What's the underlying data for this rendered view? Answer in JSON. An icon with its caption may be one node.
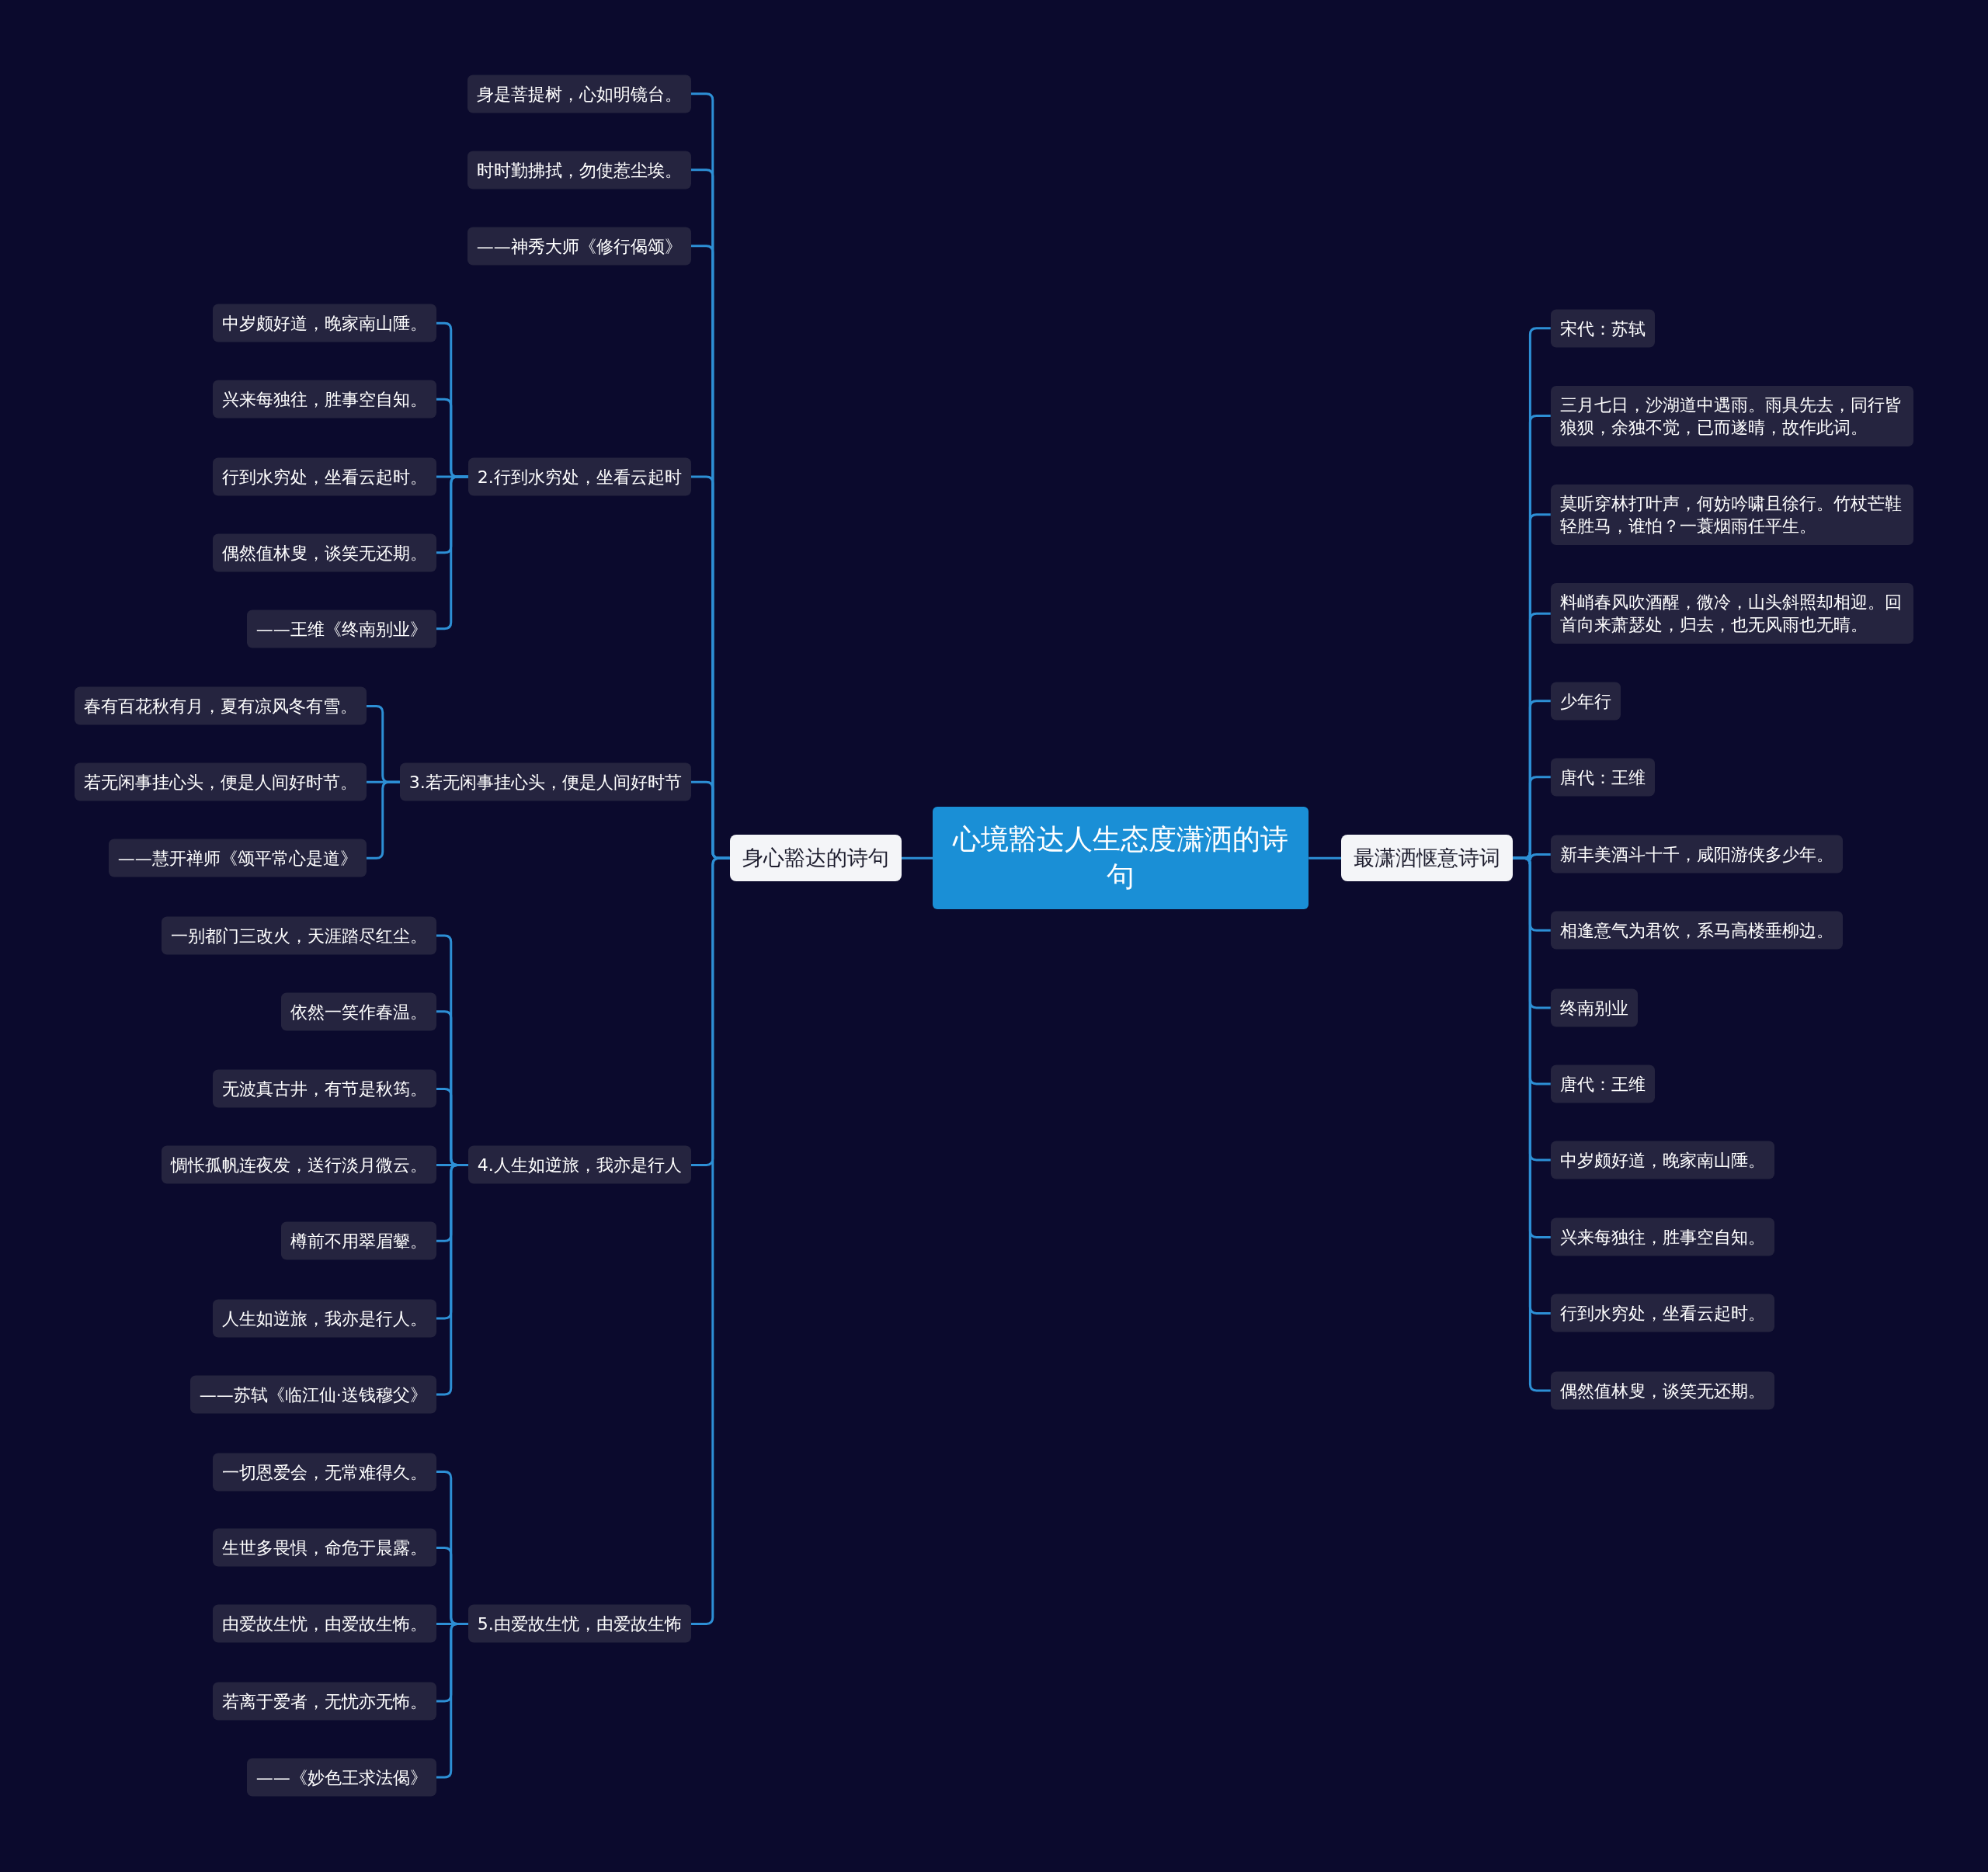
{
  "diagram": {
    "nodes": [
      {
        "text": [
          "心境豁达人生态度潇洒的诗句"
        ]
      },
      {
        "text": [
          "身心豁达的诗句"
        ]
      },
      {
        "text": [
          "身是菩提树，心如明镜台。"
        ]
      },
      {
        "text": [
          "时时勤拂拭，勿使惹尘埃。"
        ]
      },
      {
        "text": [
          "——神秀大师《修行偈颂》"
        ]
      },
      {
        "text": [
          "2.行到水穷处，坐看云起时"
        ]
      },
      {
        "text": [
          "中岁颇好道，晚家南山陲。"
        ]
      },
      {
        "text": [
          "兴来每独往，胜事空自知。"
        ]
      },
      {
        "text": [
          "行到水穷处，坐看云起时。"
        ]
      },
      {
        "text": [
          "偶然值林叟，谈笑无还期。"
        ]
      },
      {
        "text": [
          "——王维《终南别业》"
        ]
      },
      {
        "text": [
          "3.若无闲事挂心头，便是人间好时节"
        ]
      },
      {
        "text": [
          "春有百花秋有月，夏有凉风冬有雪。"
        ]
      },
      {
        "text": [
          "若无闲事挂心头，便是人间好时节。"
        ]
      },
      {
        "text": [
          "——慧开禅师《颂平常心是道》"
        ]
      },
      {
        "text": [
          "4.人生如逆旅，我亦是行人"
        ]
      },
      {
        "text": [
          "一别都门三改火，天涯踏尽红尘。"
        ]
      },
      {
        "text": [
          "依然一笑作春温。"
        ]
      },
      {
        "text": [
          "无波真古井，有节是秋筠。"
        ]
      },
      {
        "text": [
          "惆怅孤帆连夜发，送行淡月微云。"
        ]
      },
      {
        "text": [
          "樽前不用翠眉颦。"
        ]
      },
      {
        "text": [
          "人生如逆旅，我亦是行人。"
        ]
      },
      {
        "text": [
          "——苏轼《临江仙·送钱穆父》"
        ]
      },
      {
        "text": [
          "5.由爱故生忧，由爱故生怖"
        ]
      },
      {
        "text": [
          "一切恩爱会，无常难得久。"
        ]
      },
      {
        "text": [
          "生世多畏惧，命危于晨露。"
        ]
      },
      {
        "text": [
          "由爱故生忧，由爱故生怖。"
        ]
      },
      {
        "text": [
          "若离于爱者，无忧亦无怖。"
        ]
      },
      {
        "text": [
          "——《妙色王求法偈》"
        ]
      },
      {
        "text": [
          "最潇洒惬意诗词"
        ]
      },
      {
        "text": [
          "宋代：苏轼"
        ]
      },
      {
        "text": [
          "三月七日，沙湖道中遇雨。雨具先去，同行皆狼狈，余独不觉，已而遂晴，故作此词。"
        ]
      },
      {
        "text": [
          "莫听穿林打叶声，何妨吟啸且徐行。竹杖芒鞋轻胜马，谁怕？一蓑烟雨任平生。"
        ]
      },
      {
        "text": [
          "料峭春风吹酒醒，微冷，山头斜照却相迎。回首向来萧瑟处，归去，也无风雨也无晴。"
        ]
      },
      {
        "text": [
          "少年行"
        ]
      },
      {
        "text": [
          "唐代：王维"
        ]
      },
      {
        "text": [
          "新丰美酒斗十千，咸阳游侠多少年。"
        ]
      },
      {
        "text": [
          "相逢意气为君饮，系马高楼垂柳边。"
        ]
      },
      {
        "text": [
          "终南别业"
        ]
      },
      {
        "text": [
          "唐代：王维"
        ]
      },
      {
        "text": [
          "中岁颇好道，晚家南山陲。"
        ]
      },
      {
        "text": [
          "兴来每独往，胜事空自知。"
        ]
      },
      {
        "text": [
          "行到水穷处，坐看云起时。"
        ]
      },
      {
        "text": [
          "偶然值林叟，谈笑无还期。"
        ]
      }
    ],
    "edges": [
      {
        "from": 0,
        "to": 1,
        "arrow": "none"
      },
      {
        "from": 1,
        "to": 2,
        "arrow": "none"
      },
      {
        "from": 1,
        "to": 3,
        "arrow": "none"
      },
      {
        "from": 1,
        "to": 4,
        "arrow": "none"
      },
      {
        "from": 1,
        "to": 5,
        "arrow": "none"
      },
      {
        "from": 5,
        "to": 6,
        "arrow": "none"
      },
      {
        "from": 5,
        "to": 7,
        "arrow": "none"
      },
      {
        "from": 5,
        "to": 8,
        "arrow": "none"
      },
      {
        "from": 5,
        "to": 9,
        "arrow": "none"
      },
      {
        "from": 5,
        "to": 10,
        "arrow": "none"
      },
      {
        "from": 1,
        "to": 11,
        "arrow": "none"
      },
      {
        "from": 11,
        "to": 12,
        "arrow": "none"
      },
      {
        "from": 11,
        "to": 13,
        "arrow": "none"
      },
      {
        "from": 11,
        "to": 14,
        "arrow": "none"
      },
      {
        "from": 1,
        "to": 15,
        "arrow": "none"
      },
      {
        "from": 15,
        "to": 16,
        "arrow": "none"
      },
      {
        "from": 15,
        "to": 17,
        "arrow": "none"
      },
      {
        "from": 15,
        "to": 18,
        "arrow": "none"
      },
      {
        "from": 15,
        "to": 19,
        "arrow": "none"
      },
      {
        "from": 15,
        "to": 20,
        "arrow": "none"
      },
      {
        "from": 15,
        "to": 21,
        "arrow": "none"
      },
      {
        "from": 15,
        "to": 22,
        "arrow": "none"
      },
      {
        "from": 1,
        "to": 23,
        "arrow": "none"
      },
      {
        "from": 23,
        "to": 24,
        "arrow": "none"
      },
      {
        "from": 23,
        "to": 25,
        "arrow": "none"
      },
      {
        "from": 23,
        "to": 26,
        "arrow": "none"
      },
      {
        "from": 23,
        "to": 27,
        "arrow": "none"
      },
      {
        "from": 23,
        "to": 28,
        "arrow": "none"
      },
      {
        "from": 0,
        "to": 29,
        "arrow": "none"
      },
      {
        "from": 29,
        "to": 30,
        "arrow": "none"
      },
      {
        "from": 29,
        "to": 31,
        "arrow": "none"
      },
      {
        "from": 29,
        "to": 32,
        "arrow": "none"
      },
      {
        "from": 29,
        "to": 33,
        "arrow": "none"
      },
      {
        "from": 29,
        "to": 34,
        "arrow": "none"
      },
      {
        "from": 29,
        "to": 35,
        "arrow": "none"
      },
      {
        "from": 29,
        "to": 36,
        "arrow": "none"
      },
      {
        "from": 29,
        "to": 37,
        "arrow": "none"
      },
      {
        "from": 29,
        "to": 38,
        "arrow": "none"
      },
      {
        "from": 29,
        "to": 39,
        "arrow": "none"
      },
      {
        "from": 29,
        "to": 40,
        "arrow": "none"
      },
      {
        "from": 29,
        "to": 41,
        "arrow": "none"
      },
      {
        "from": 29,
        "to": 42,
        "arrow": "none"
      },
      {
        "from": 29,
        "to": 43,
        "arrow": "none"
      }
    ]
  }
}
